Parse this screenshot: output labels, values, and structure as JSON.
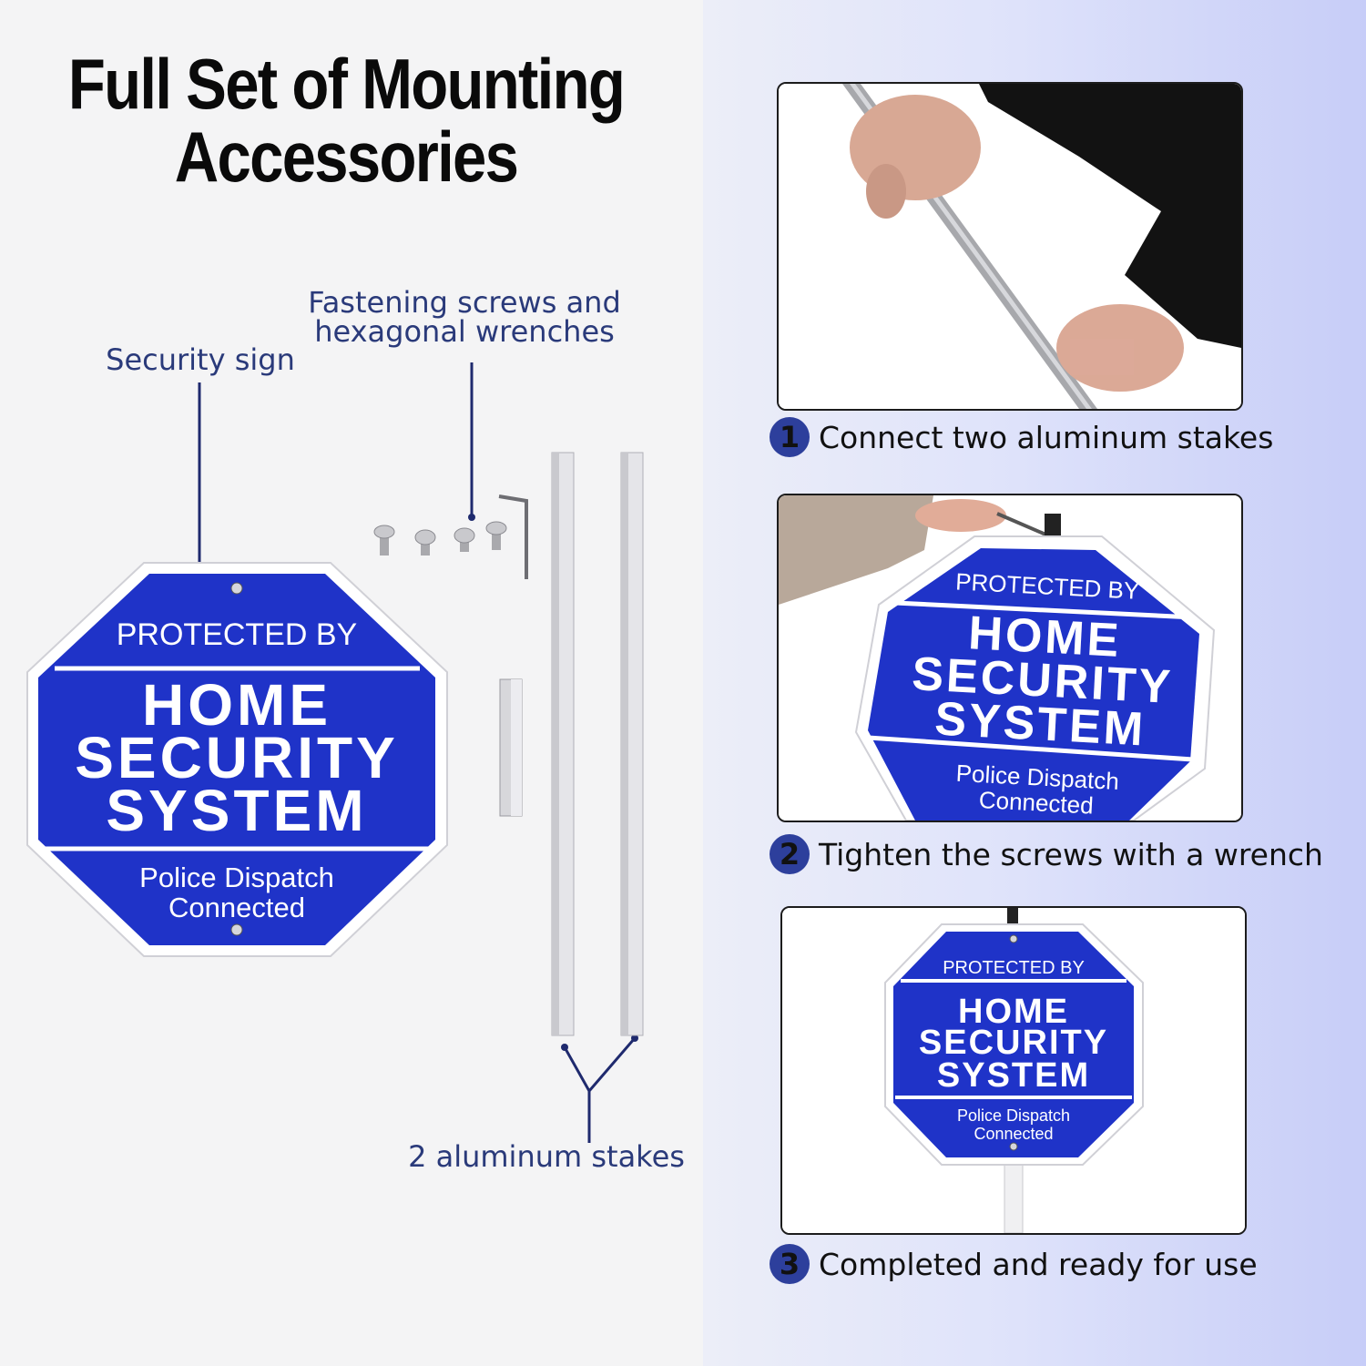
{
  "title": {
    "line1": "Full Set of Mounting",
    "line2": "Accessories"
  },
  "callouts": {
    "screws_line1": "Fastening screws and",
    "screws_line2": "hexagonal wrenches",
    "sign": "Security sign",
    "stakes": "2 aluminum stakes"
  },
  "sign_text": {
    "top": "PROTECTED BY",
    "line1": "HOME",
    "line2": "SECURITY",
    "line3": "SYSTEM",
    "bottom1": "Police Dispatch",
    "bottom2": "Connected"
  },
  "steps": [
    {
      "num": "1",
      "text": "Connect two aluminum stakes"
    },
    {
      "num": "2",
      "text": "Tighten the screws with a wrench"
    },
    {
      "num": "3",
      "text": "Completed and ready for use"
    }
  ],
  "colors": {
    "sign_blue": "#1f33c8",
    "callout_text": "#2a3a7a",
    "step_badge": "#2d3f9c"
  }
}
